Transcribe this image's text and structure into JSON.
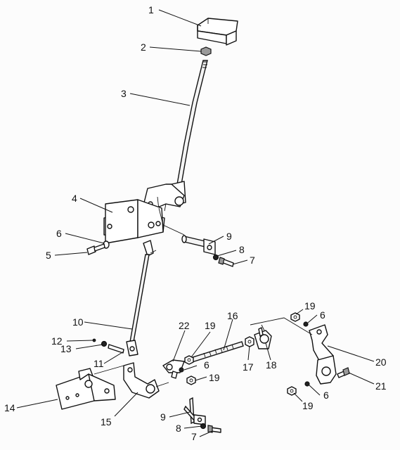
{
  "callouts": [
    {
      "id": "c1",
      "label": "1"
    },
    {
      "id": "c2",
      "label": "2"
    },
    {
      "id": "c3",
      "label": "3"
    },
    {
      "id": "c4",
      "label": "4"
    },
    {
      "id": "c5",
      "label": "5"
    },
    {
      "id": "c6a",
      "label": "6"
    },
    {
      "id": "c6b",
      "label": "6"
    },
    {
      "id": "c6c",
      "label": "6"
    },
    {
      "id": "c6d",
      "label": "6"
    },
    {
      "id": "c7a",
      "label": "7"
    },
    {
      "id": "c7b",
      "label": "7"
    },
    {
      "id": "c8a",
      "label": "8"
    },
    {
      "id": "c8b",
      "label": "8"
    },
    {
      "id": "c9a",
      "label": "9"
    },
    {
      "id": "c9b",
      "label": "9"
    },
    {
      "id": "c10",
      "label": "10"
    },
    {
      "id": "c11",
      "label": "11"
    },
    {
      "id": "c12",
      "label": "12"
    },
    {
      "id": "c13",
      "label": "13"
    },
    {
      "id": "c14",
      "label": "14"
    },
    {
      "id": "c15",
      "label": "15"
    },
    {
      "id": "c16",
      "label": "16"
    },
    {
      "id": "c17",
      "label": "17"
    },
    {
      "id": "c18",
      "label": "18"
    },
    {
      "id": "c19a",
      "label": "19"
    },
    {
      "id": "c19b",
      "label": "19"
    },
    {
      "id": "c19c",
      "label": "19"
    },
    {
      "id": "c19d",
      "label": "19"
    },
    {
      "id": "c20",
      "label": "20"
    },
    {
      "id": "c21",
      "label": "21"
    },
    {
      "id": "c22",
      "label": "22"
    }
  ]
}
